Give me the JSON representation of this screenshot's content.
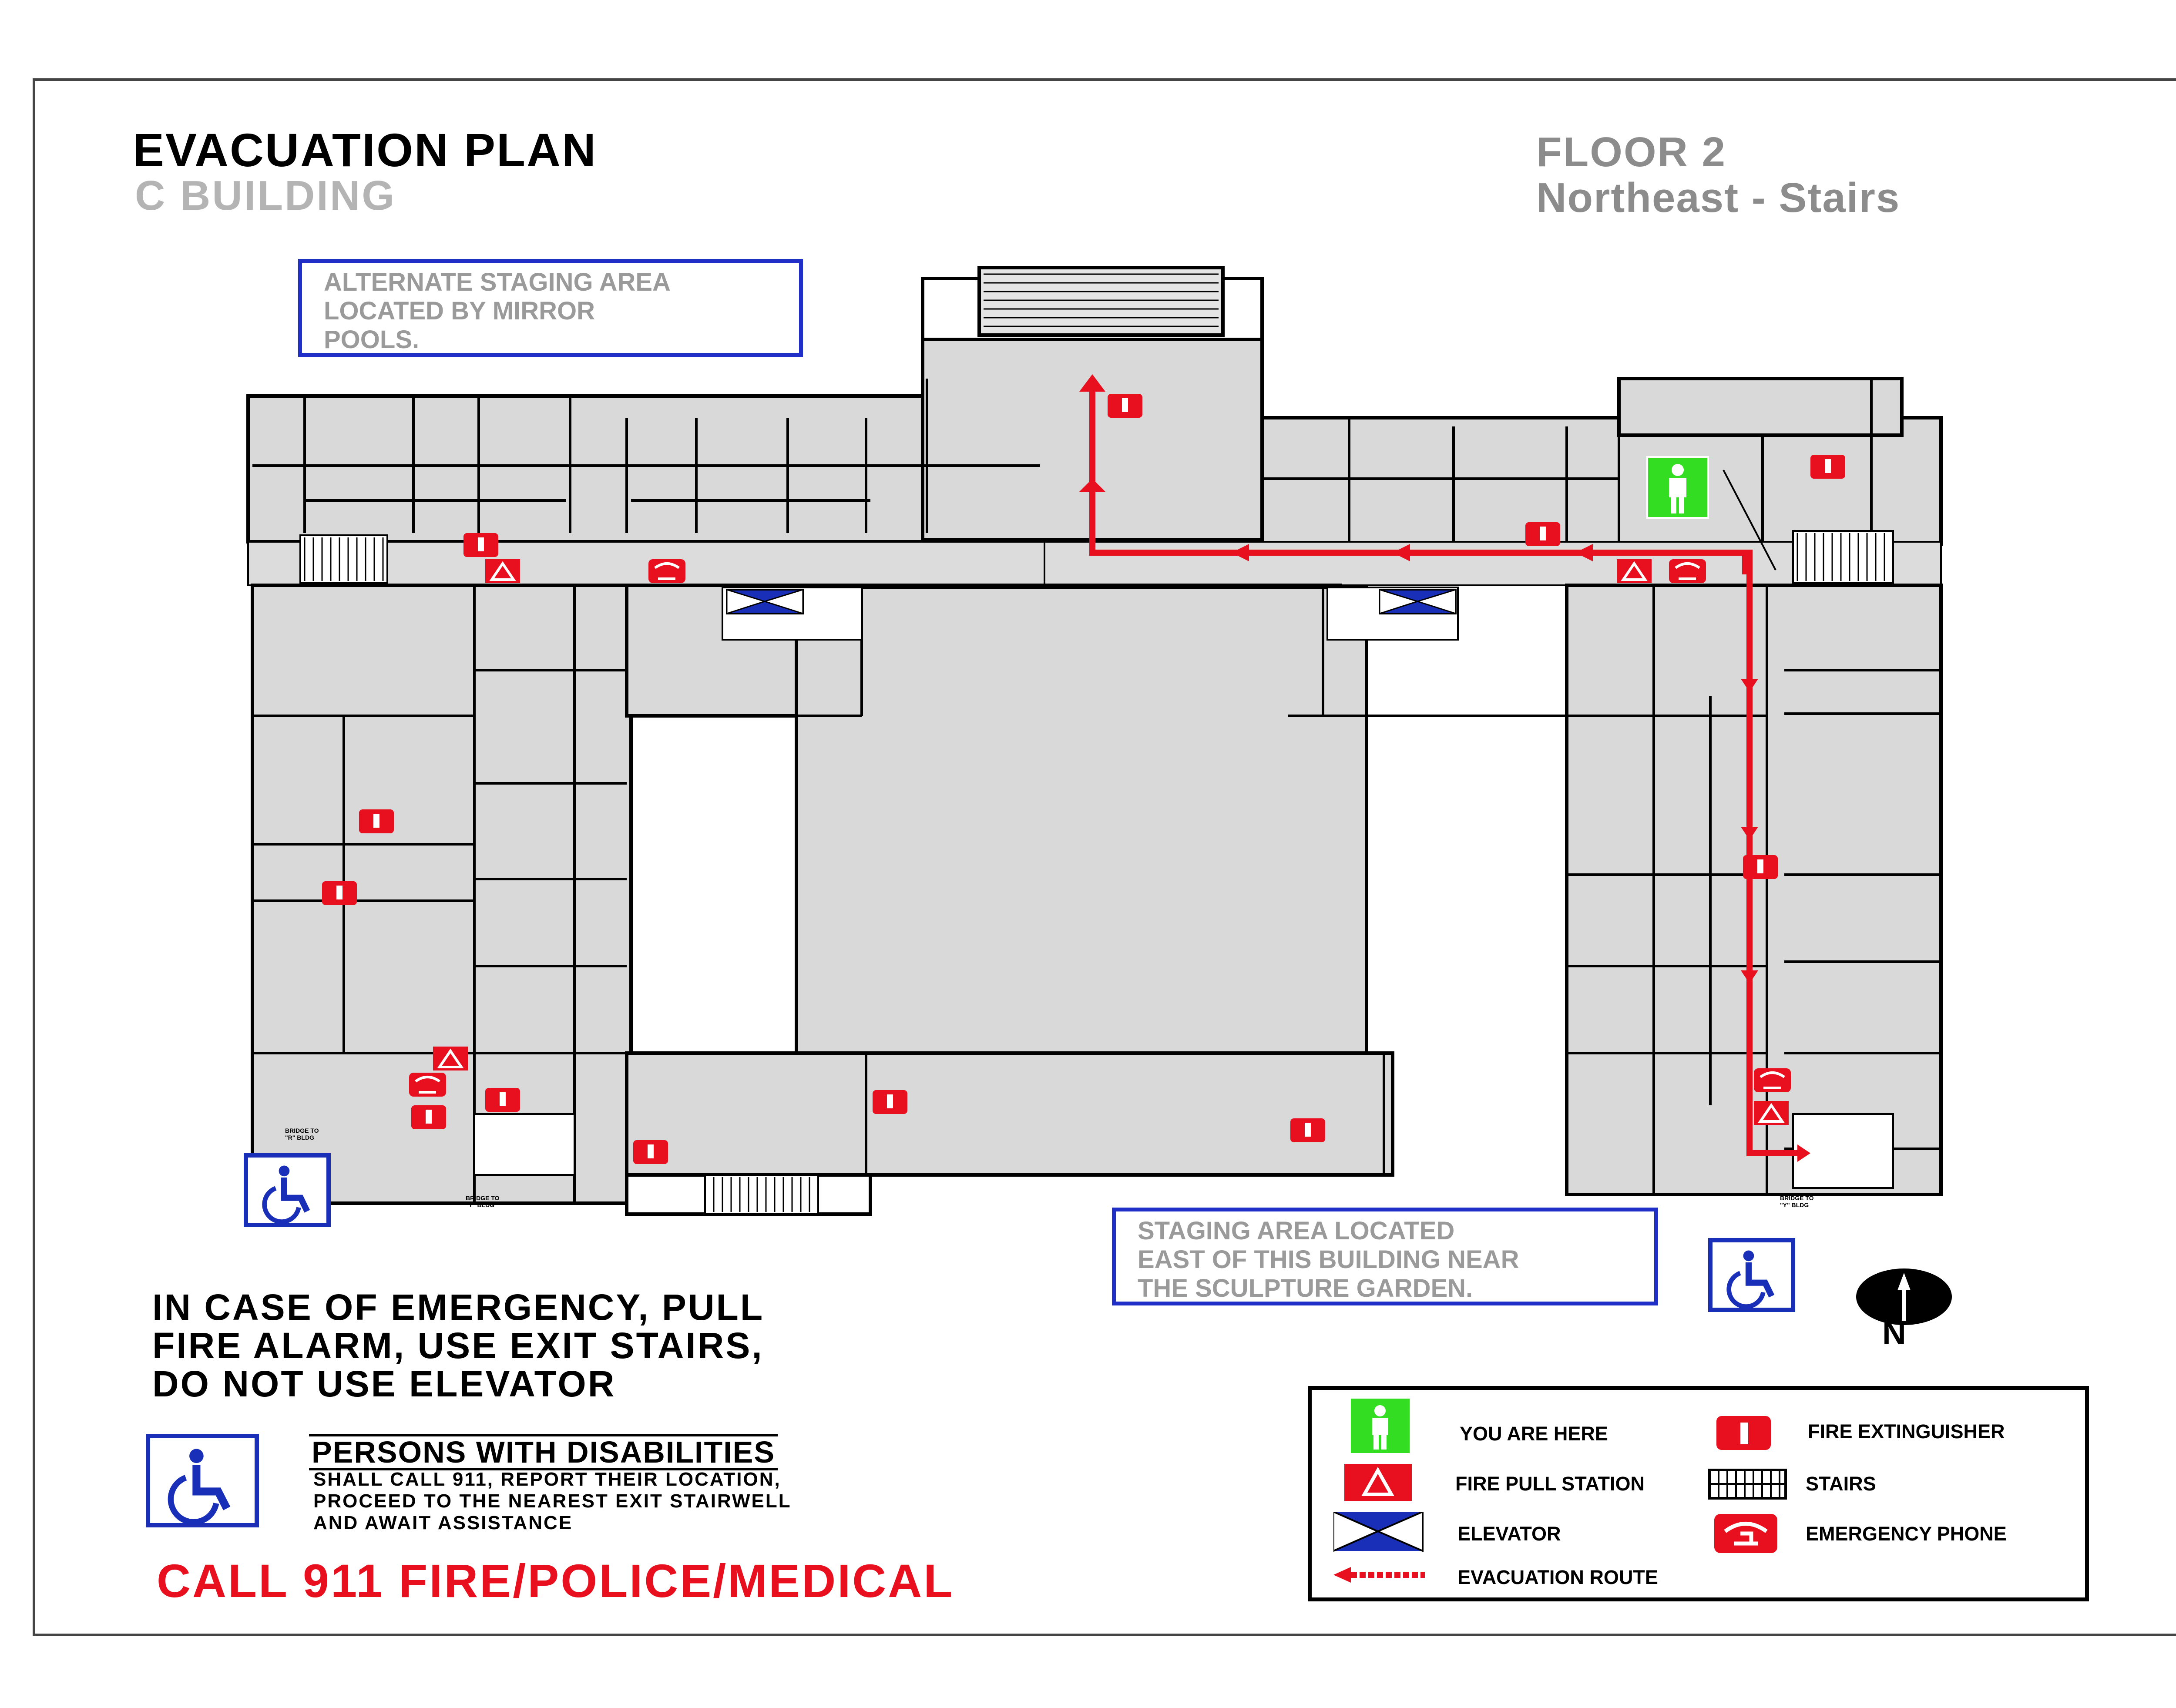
{
  "header": {
    "title": "EVACUATION PLAN",
    "building": "C BUILDING",
    "floor": "FLOOR 2",
    "location": "Northeast - Stairs"
  },
  "staging": {
    "alternate": "ALTERNATE STAGING AREA\nLOCATED BY MIRROR\nPOOLS.",
    "primary": "STAGING AREA LOCATED\nEAST OF THIS BUILDING NEAR\nTHE SCULPTURE GARDEN."
  },
  "plan_labels": {
    "bridge_r": "BRIDGE TO\n\"R\" BLDG",
    "bridge_y_left": "BRIDGE TO\n\"Y\" BLDG",
    "bridge_y_right": "BRIDGE TO\n\"Y\" BLDG"
  },
  "emergency_text": "IN CASE OF EMERGENCY, PULL\nFIRE ALARM, USE EXIT STAIRS,\nDO NOT USE ELEVATOR",
  "disabilities": {
    "heading": "PERSONS WITH DISABILITIES",
    "body": "SHALL  CALL 911, REPORT  THEIR   LOCATION,\nPROCEED  TO THE NEAREST EXIT STAIRWELL\nAND AWAIT ASSISTANCE"
  },
  "call_line": "CALL 911 FIRE/POLICE/MEDICAL",
  "compass": "N",
  "legend": {
    "you_are_here": "YOU ARE HERE",
    "fire_extinguisher": "FIRE EXTINGUISHER",
    "fire_pull_station": "FIRE PULL STATION",
    "stairs": "STAIRS",
    "elevator": "ELEVATOR",
    "emergency_phone": "EMERGENCY PHONE",
    "evacuation_route": "EVACUATION ROUTE"
  },
  "colors": {
    "route": "#e8101e",
    "you_are_here": "#33dd22",
    "accessibility_blue": "#1a2fb8",
    "floor_gray": "#d9d9d9"
  },
  "icons": [
    "fire-extinguisher-icon",
    "fire-pull-station-icon",
    "emergency-phone-icon",
    "elevator-icon",
    "stairs-icon",
    "you-are-here-icon",
    "accessibility-icon",
    "north-arrow-icon"
  ]
}
